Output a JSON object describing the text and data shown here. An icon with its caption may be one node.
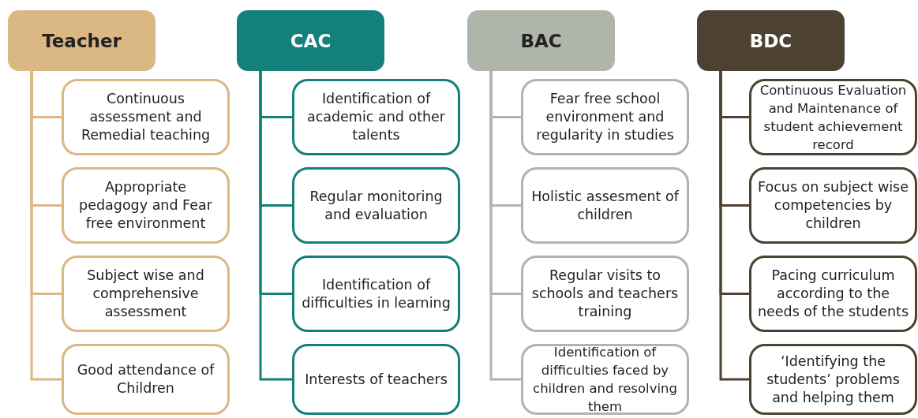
{
  "diagram": {
    "nodes": [
      {
        "text": [
          "Teacher"
        ]
      },
      {
        "text": [
          "Continuous assessment and Remedial teaching"
        ]
      },
      {
        "text": [
          "Appropriate pedagogy and Fear free environment"
        ]
      },
      {
        "text": [
          "Subject wise and comprehensive assessment"
        ]
      },
      {
        "text": [
          "Good attendance of Children"
        ]
      },
      {
        "text": [
          "CAC"
        ]
      },
      {
        "text": [
          "Identification of academic and other talents"
        ]
      },
      {
        "text": [
          "Regular monitoring and evaluation"
        ]
      },
      {
        "text": [
          "Identification of difficulties in learning"
        ]
      },
      {
        "text": [
          "Interests of teachers"
        ]
      },
      {
        "text": [
          "BAC"
        ]
      },
      {
        "text": [
          "Fear free school environment and regularity in studies"
        ]
      },
      {
        "text": [
          "Holistic assesment of children"
        ]
      },
      {
        "text": [
          "Regular visits to schools and teachers training"
        ]
      },
      {
        "text": [
          "Identification of difficulties faced by children and resolving them"
        ]
      },
      {
        "text": [
          "BDC"
        ]
      },
      {
        "text": [
          "Continuous Evaluation and Maintenance of student achievement record"
        ]
      },
      {
        "text": [
          "Focus on subject wise competencies by children"
        ]
      },
      {
        "text": [
          "Pacing curriculum according to the needs of the students"
        ]
      },
      {
        "text": [
          "‘Identifying the students’ problems and helping them"
        ]
      }
    ],
    "edges": [
      {
        "from": 0,
        "to": 1,
        "arrow": "none",
        "color": "#dbb784"
      },
      {
        "from": 0,
        "to": 2,
        "arrow": "none",
        "color": "#dbb784"
      },
      {
        "from": 0,
        "to": 3,
        "arrow": "none",
        "color": "#dbb784"
      },
      {
        "from": 0,
        "to": 4,
        "arrow": "none",
        "color": "#dbb784"
      },
      {
        "from": 5,
        "to": 6,
        "arrow": "none",
        "color": "#13807c"
      },
      {
        "from": 5,
        "to": 7,
        "arrow": "none",
        "color": "#13807c"
      },
      {
        "from": 5,
        "to": 8,
        "arrow": "none",
        "color": "#13807c"
      },
      {
        "from": 5,
        "to": 9,
        "arrow": "none",
        "color": "#13807c"
      },
      {
        "from": 10,
        "to": 11,
        "arrow": "none",
        "color": "#b0b5aa"
      },
      {
        "from": 10,
        "to": 12,
        "arrow": "none",
        "color": "#b0b5aa"
      },
      {
        "from": 10,
        "to": 13,
        "arrow": "none",
        "color": "#b0b5aa"
      },
      {
        "from": 10,
        "to": 14,
        "arrow": "none",
        "color": "#b0b5aa"
      },
      {
        "from": 15,
        "to": 16,
        "arrow": "none",
        "color": "#4d4232"
      },
      {
        "from": 15,
        "to": 17,
        "arrow": "none",
        "color": "#4d4232"
      },
      {
        "from": 15,
        "to": 18,
        "arrow": "none",
        "color": "#4d4232"
      },
      {
        "from": 15,
        "to": 19,
        "arrow": "none",
        "color": "#4d4232"
      }
    ]
  }
}
